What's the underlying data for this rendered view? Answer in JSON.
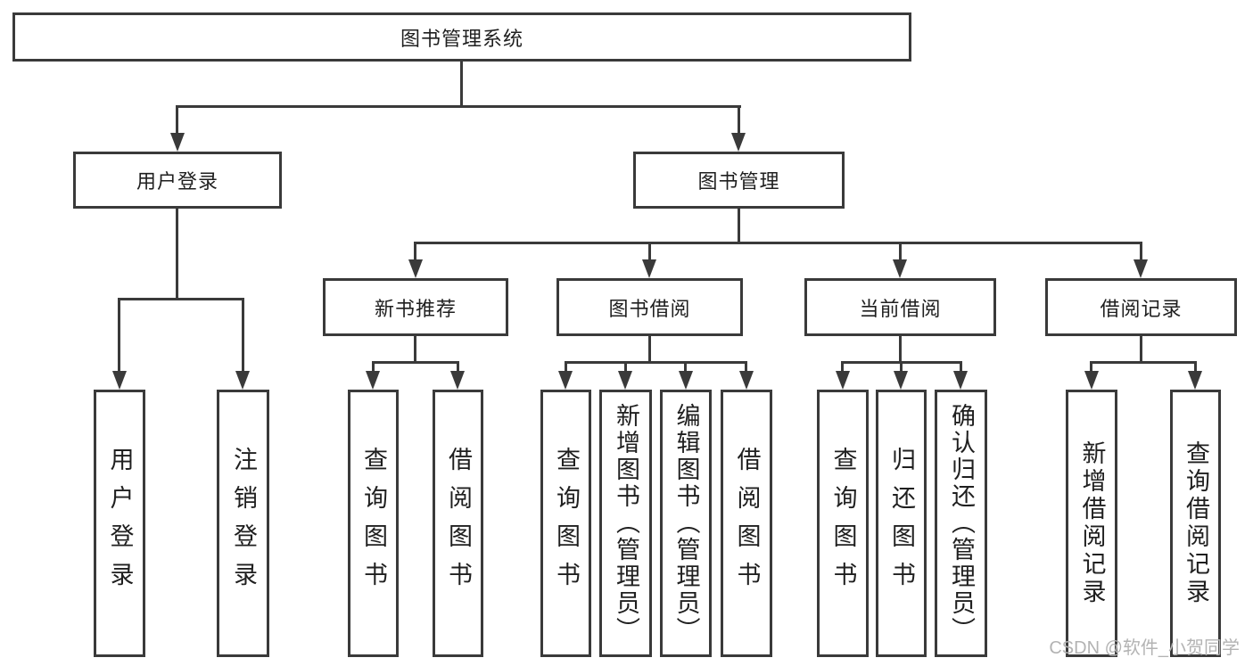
{
  "root_label": "图书管理系统",
  "branches": {
    "user_login": {
      "label": "用户登录",
      "children": [
        "用户登录",
        "注销登录"
      ]
    },
    "book_mgmt": {
      "label": "图书管理"
    }
  },
  "sections": [
    {
      "label": "新书推荐",
      "children": [
        "查询图书",
        "借阅图书"
      ]
    },
    {
      "label": "图书借阅",
      "children": [
        "查询图书",
        "新增图书（管理员）",
        "编辑图书（管理员）",
        "借阅图书"
      ]
    },
    {
      "label": "当前借阅",
      "children": [
        "查询图书",
        "归还图书",
        "确认归还（管理员）"
      ]
    },
    {
      "label": "借阅记录",
      "children": [
        "新增借阅记录",
        "查询借阅记录"
      ]
    }
  ],
  "watermark": "CSDN @软件_小贺同学",
  "colors": {
    "line": "#3a3a3a",
    "text": "#1f1f1f",
    "watermark": "#b3b3b3",
    "background": "#ffffff"
  }
}
